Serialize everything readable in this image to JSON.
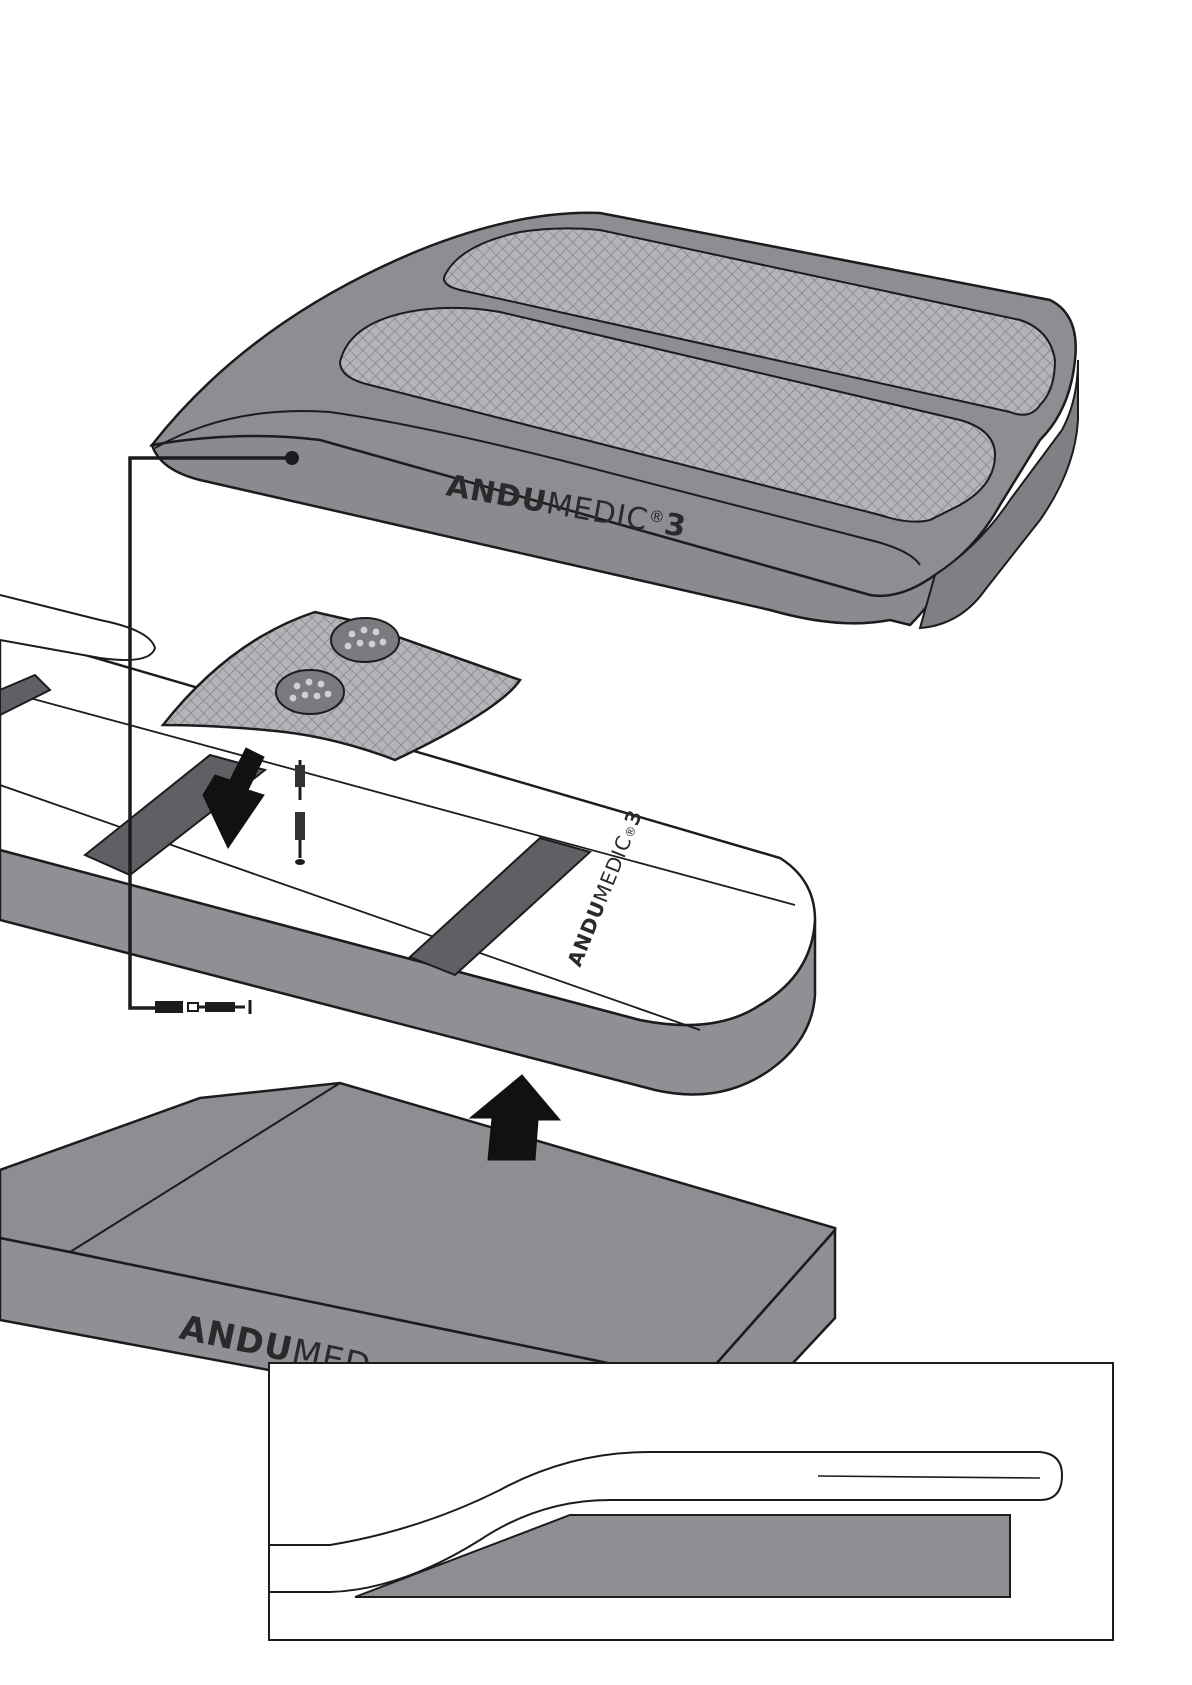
{
  "colors": {
    "body_grey": "#8d8e91",
    "dark_grey": "#5f6063",
    "outline": "#1c1c1e",
    "mattress_white": "#ffffff",
    "mesh": "#a9aaad",
    "brand_text": "#2a2a2c"
  },
  "pillow": {
    "brand_bold": "ANDU",
    "brand_light": "MEDIC",
    "brand_reg": "®",
    "brand_number": "3"
  },
  "mattress": {
    "brand_bold": "ANDU",
    "brand_light": "MEDIC",
    "brand_reg": "®",
    "brand_number": "3"
  },
  "base": {
    "brand_bold": "ANDU",
    "brand_light": "MED"
  },
  "arrows": {
    "down_arrow": "down",
    "up_arrow": "up"
  },
  "icons": {
    "connector": "connector-icon",
    "cable": "cable-icon"
  }
}
